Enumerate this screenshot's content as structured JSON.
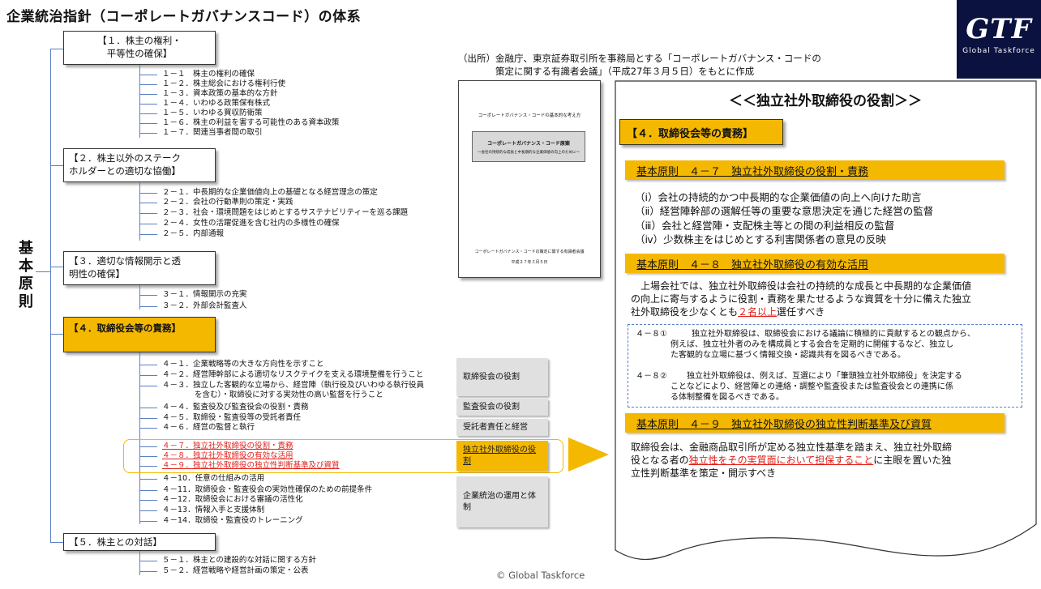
{
  "title": "企業統治指針（コーポレートガバナンスコード）の体系",
  "logo": {
    "mark": "GTF",
    "sub": "Global Taskforce"
  },
  "side_label": [
    "基",
    "本",
    "原",
    "則"
  ],
  "sections": [
    {
      "label": "【１．株主の権利・平等性の確保】",
      "line1": "【１．株主の権利・",
      "line2": "平等性の確保】"
    },
    {
      "line1": "【２．株主以外のステーク",
      "line2": "ホルダーとの適切な協働】"
    },
    {
      "line1": "【３．適切な情報開示と透",
      "line2": "明性の確保】"
    },
    {
      "line1": "【４．取締役会等の責務】",
      "line2": ""
    },
    {
      "line1": "【５．株主との対話】",
      "line2": ""
    }
  ],
  "items_1": [
    "１－１　株主の権利の確保",
    "１－２．株主総会における権利行使",
    "１－３．資本政策の基本的な方針",
    "１－４．いわゆる政策保有株式",
    "１－５．いわゆる買収防衛策",
    "１－６．株主の利益を害する可能性のある資本政策",
    "１－７．関連当事者間の取引"
  ],
  "items_2": [
    "２－１．中長期的な企業価値向上の基礎となる経営理念の策定",
    "２－２．会社の行動準則の策定・実践",
    "２－３．社会・環境問題をはじめとするサステナビリティーを巡る課題",
    "２－４．女性の活躍促進を含む社内の多様性の確保",
    "２－５．内部通報"
  ],
  "items_3": [
    "３－１．情報開示の充実",
    "３－２．外部会計監査人"
  ],
  "items_4a": [
    "４－１．企業戦略等の大きな方向性を示すこと",
    "４－２．経営陣幹部による適切なリスクテイクを支える環境整備を行うこと",
    "４－３．独立した客観的な立場から、経営陣（執行役及びいわゆる執行役員",
    "を含む）・取締役に対する実効性の高い監督を行うこと",
    "４－４．監査役及び監査役会の役割・責務",
    "４－５．取締役・監査役等の受託者責任",
    "４－６．経営の監督と執行"
  ],
  "items_4red": [
    "４－７．独立社外取締役の役割・責務",
    "４－８．独立社外取締役の有効な活用",
    "４－９．独立社外取締役の独立性判断基準及び資質"
  ],
  "items_4b": [
    "４－10．任意の仕組みの活用",
    "４－11．取締役会・監査役会の実効性確保のための前提条件",
    "４－12．取締役会における審議の活性化",
    "４－13．情報入手と支援体制",
    "４－14．取締役・監査役のトレーニング"
  ],
  "items_5": [
    "５－１．株主との建設的な対話に関する方針",
    "５－２．経営戦略や経営計画の策定・公表"
  ],
  "categories": [
    "取締役会の役割",
    "監査役会の役割",
    "受託者責任と経営",
    "独立社外取締役の役割",
    "企業統治の運用と体制"
  ],
  "source": {
    "line1": "（出所）金融庁、東京証券取引所を事務局とする「コーポレートガバナンス・コードの",
    "line2": "策定に関する有識者会議」（平成27年３月５日）をもとに作成"
  },
  "doc": {
    "t1": "コーポレートガバナンス・コードの基本的な考え方",
    "a": "コーポレートガバナンス・コード原案",
    "b": "～会社の持続的な成長と中長期的な企業価値の向上のために～",
    "t2": "コーポレートガバナンス・コードの策定に関する有識者会議",
    "t3": "平成２７年３月５日"
  },
  "right": {
    "heading": "＜＜独立社外取締役の役割＞＞",
    "sec4": "【４．取締役会等の責務】",
    "p47": "基本原則　４－７　独立社外取締役の役割・責務",
    "p47_items": [
      "（ⅰ）会社の持続的かつ中長期的な企業価値の向上へ向けた助言",
      "（ⅱ）経営陣幹部の選解任等の重要な意思決定を通じた経営の監督",
      "（ⅲ）会社と経営陣・支配株主等との間の利益相反の監督",
      "（ⅳ）少数株主をはじめとする利害関係者の意見の反映"
    ],
    "p48": "基本原則　４－８　独立社外取締役の有効な活用",
    "p48_text1": "上場会社では、独立社外取締役は会社の持続的な成長と中長期的な企業価値",
    "p48_text2": "の向上に寄与するように役割・責務を果たせるような資質を十分に備えた独立",
    "p48_text3a": "社外取締役を少なくとも",
    "p48_text3b": "２名以上",
    "p48_text3c": "選任すべき",
    "n1_label": "４－８①",
    "n1": [
      "独立社外取締役は、取締役会における議論に積極的に貢献するとの観点から、",
      "例えば、独立社外者のみを構成員とする会合を定期的に開催するなど、独立し",
      "た客観的な立場に基づく情報交換・認識共有を図るべきである。"
    ],
    "n2_label": "４－８②",
    "n2": [
      "独立社外取締役は、例えば、互選により「筆頭独立社外取締役」を決定する",
      "ことなどにより、経営陣との連絡・調整や監査役または監査役会との連携に係",
      "る体制整備を図るべきである。"
    ],
    "p49": "基本原則　４－９　独立社外取締役の独立性判断基準及び資質",
    "p49_text1": "取締役会は、金融商品取引所が定める独立性基準を踏まえ、独立社外取締",
    "p49_text2a": "役となる者の",
    "p49_text2b": "独立性をその実質面において担保すること",
    "p49_text2c": "に主眼を置いた独",
    "p49_text3": "立性判断基準を策定・開示すべき"
  },
  "copyright": "© Global Taskforce",
  "colors": {
    "accent": "#f5b800",
    "line": "#5b7fc4",
    "red": "#e0201a",
    "logo_bg": "#0b1240"
  }
}
